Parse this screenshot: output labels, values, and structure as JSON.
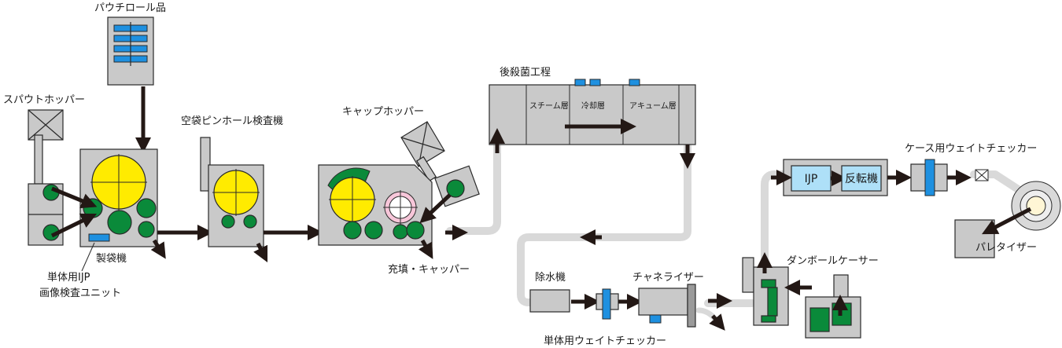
{
  "labels": {
    "pouch_roll": "パウチロール品",
    "spout_hopper": "スパウトホッパー",
    "bag_maker": "製袋機",
    "ijp_unit_line1": "単体用IJP",
    "ijp_unit_line2": "画像検査ユニット",
    "pinhole_inspector": "空袋ピンホール検査機",
    "cap_hopper": "キャップホッパー",
    "filler_capper": "充填・キャッパー",
    "post_sterilization": "後殺菌工程",
    "steam_layer": "スチーム層",
    "cooling_layer": "冷却層",
    "vacuum_layer": "アキューム層",
    "dewatering": "除水機",
    "channelizer": "チャネライザー",
    "unit_weight_checker": "単体用ウェイトチェッカー",
    "case_packer": "ダンボールケーサー",
    "ijp": "IJP",
    "inverter": "反転機",
    "case_weight_checker": "ケース用ウェイトチェッカー",
    "palletizer": "パレタイザー"
  },
  "colors": {
    "machine": "#c9c9c9",
    "conveyor": "#d9d9d9",
    "roller_yellow": "#ffeb00",
    "roller_green": "#0a8a3a",
    "accent_blue": "#1e90e0",
    "box_light_blue": "#aee0f8",
    "arrow": "#231815"
  }
}
